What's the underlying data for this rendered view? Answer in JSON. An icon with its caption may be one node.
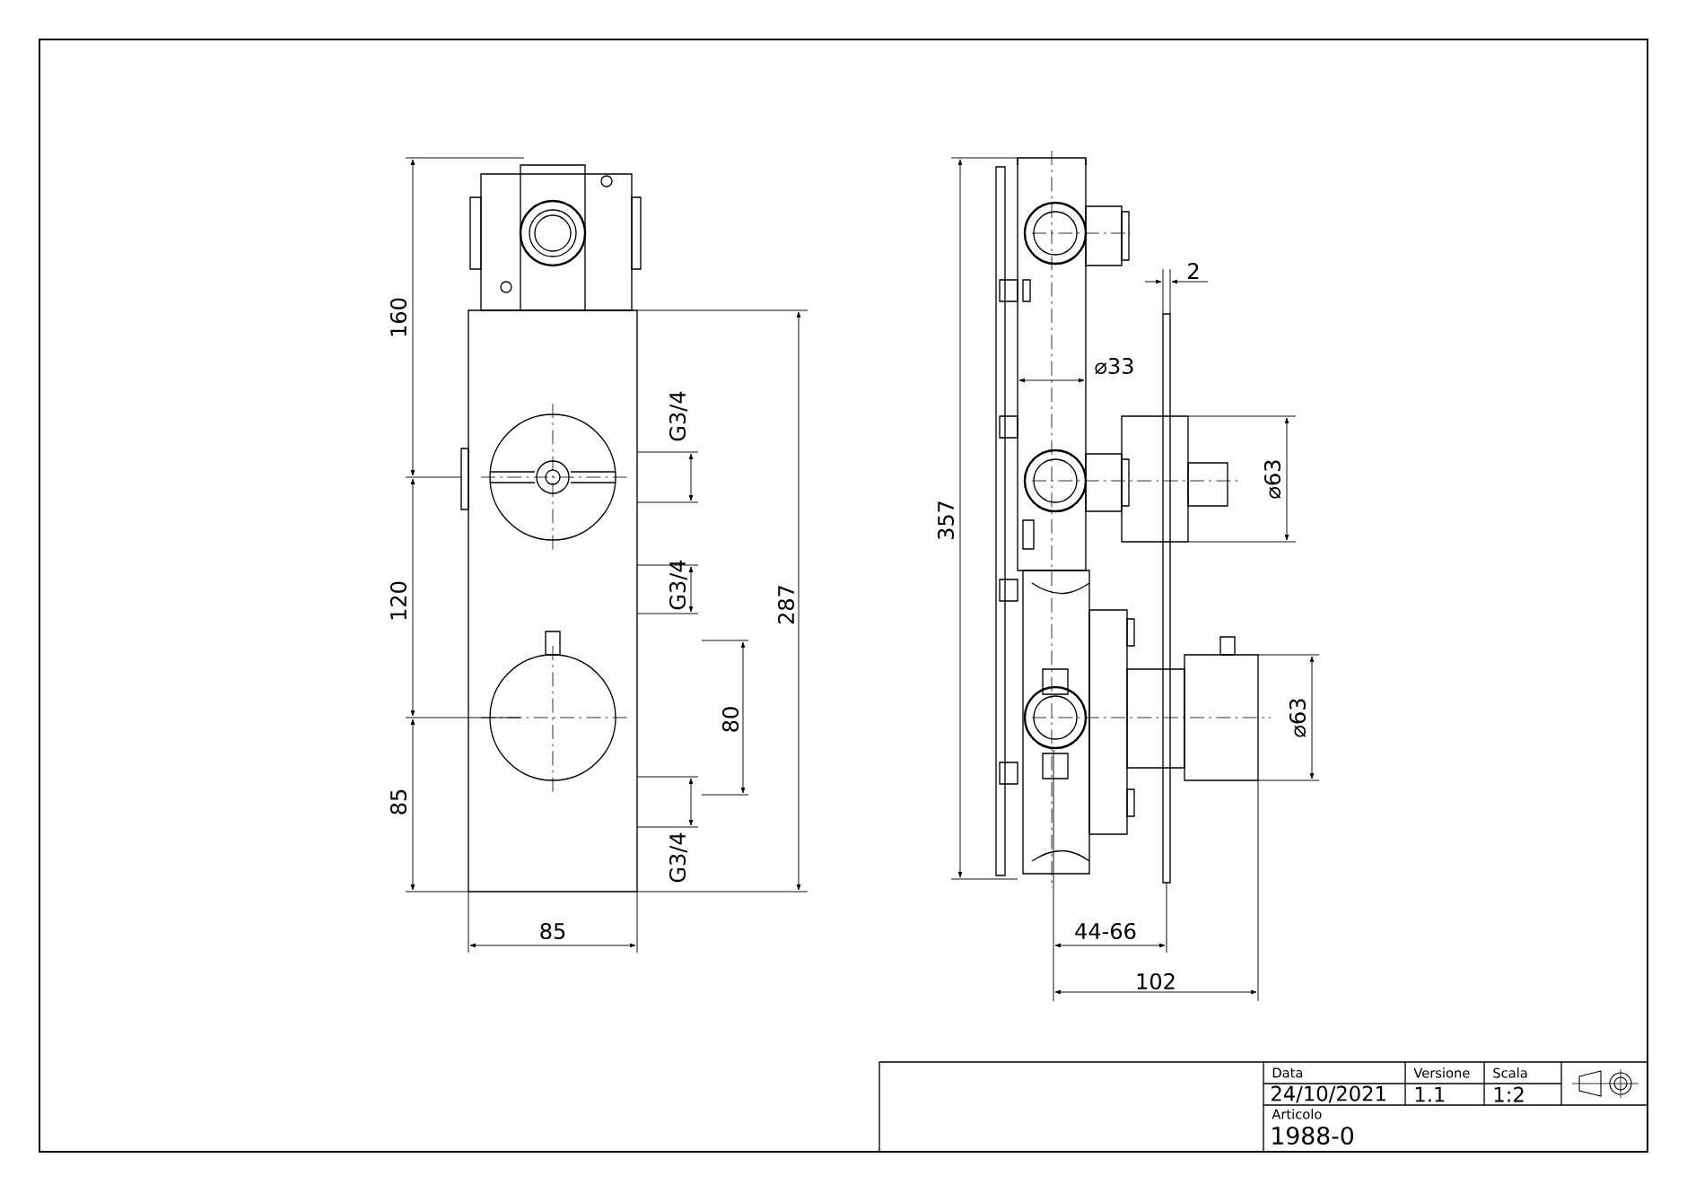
{
  "diagram": {
    "labels": [
      "160",
      "120",
      "85",
      "G3/4",
      "G3/4",
      "80",
      "G3/4",
      "287",
      "85",
      "2",
      "⌀33",
      "357",
      "⌀63",
      "⌀63",
      "44-66",
      "102",
      "Data",
      "Versione",
      "Scala",
      "24/10/2021",
      "1.1",
      "1:2",
      "Articolo",
      "1988-0"
    ]
  }
}
